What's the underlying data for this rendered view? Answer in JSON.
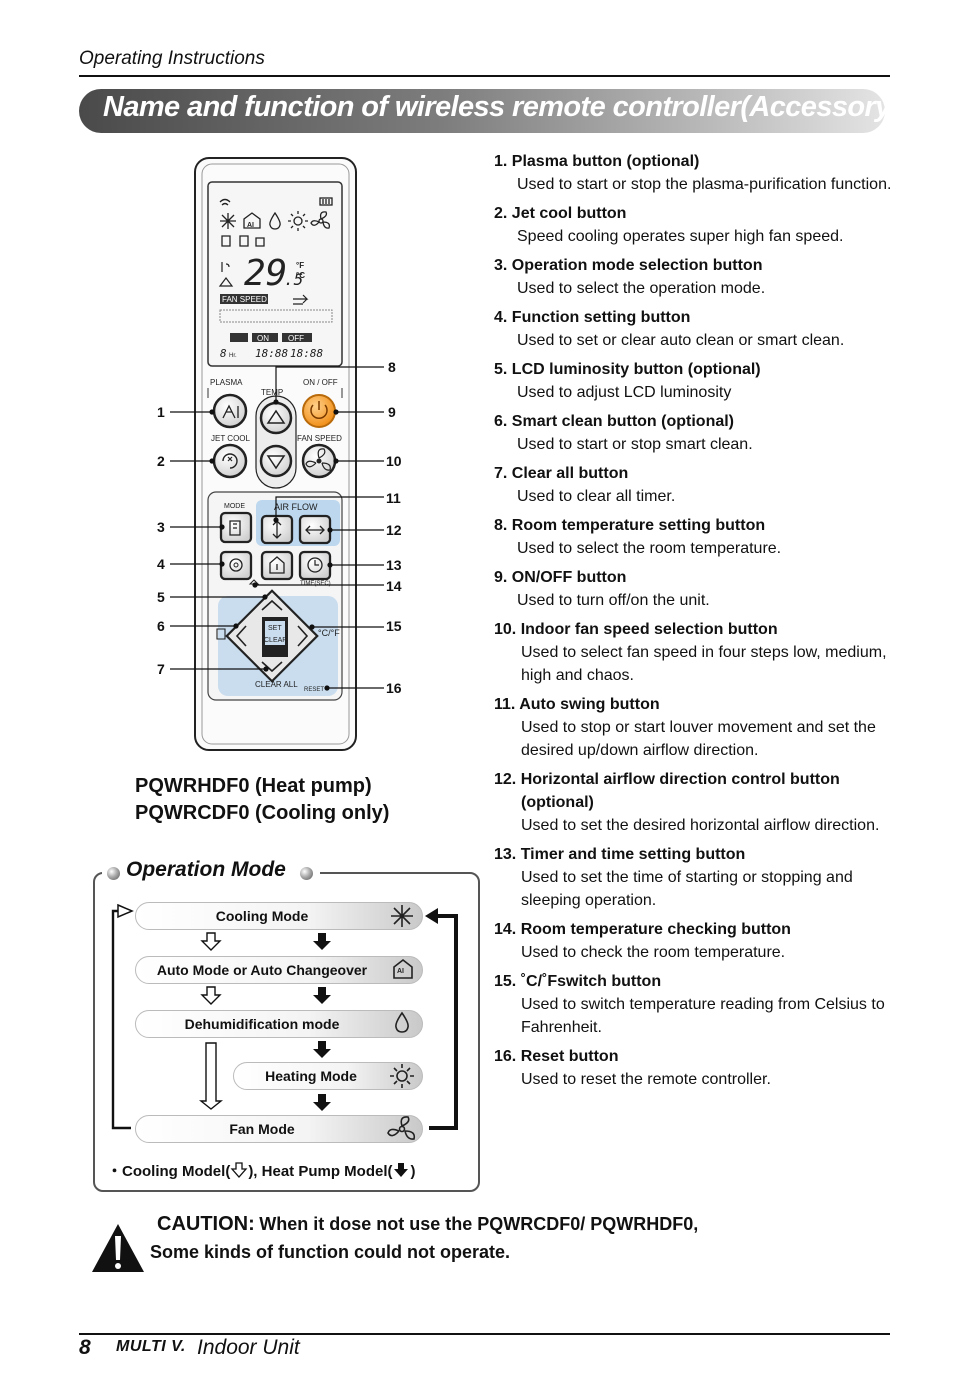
{
  "header": {
    "section": "Operating Instructions"
  },
  "title": "Name and function of wireless remote controller(Accessory)",
  "remote": {
    "display": {
      "temperature": "29",
      "decimal": ".5",
      "unit_f": "°F",
      "unit_c": "°C",
      "fan_speed": "FAN SPEED",
      "on": "ON",
      "off": "OFF",
      "timer_digits": "18:88",
      "hr": "Hr."
    },
    "labels": {
      "plasma": "PLASMA",
      "temp": "TEMP",
      "on_off": "ON / OFF",
      "jet_cool": "JET COOL",
      "fan_speed": "FAN SPEED",
      "mode": "MODE",
      "air_flow": "AIR FLOW",
      "time_sec": "TIME(SEC)",
      "set": "SET",
      "clear": "CLEAR",
      "clear_all": "CLEAR ALL",
      "reset": "RESET",
      "cf": "°C/°F"
    },
    "callouts": [
      "1",
      "2",
      "3",
      "4",
      "5",
      "6",
      "7",
      "8",
      "9",
      "10",
      "11",
      "12",
      "13",
      "14",
      "15",
      "16"
    ]
  },
  "models": {
    "heat_pump": "PQWRHDF0 (Heat pump)",
    "cooling_only": "PQWRCDF0 (Cooling only)"
  },
  "functions": [
    {
      "title": "1.  Plasma button (optional)",
      "desc": "Used to start or stop the plasma-purification function."
    },
    {
      "title": "2.  Jet cool button",
      "desc": "Speed cooling operates super high fan speed."
    },
    {
      "title": "3.  Operation mode selection button",
      "desc": "Used to select the operation mode."
    },
    {
      "title": "4.  Function setting button",
      "desc": "Used to set or clear auto clean or smart clean."
    },
    {
      "title": "5.  LCD luminosity button (optional)",
      "desc": "Used to adjust LCD luminosity"
    },
    {
      "title": "6.  Smart clean button (optional)",
      "desc": "Used to start or stop smart clean."
    },
    {
      "title": "7.  Clear all button",
      "desc": "Used to clear all timer."
    },
    {
      "title": "8.  Room temperature setting button",
      "desc": "Used to select the room temperature."
    },
    {
      "title": "9.  ON/OFF button",
      "desc": "Used to turn off/on the unit."
    },
    {
      "title": "10. Indoor fan speed selection button",
      "desc": "Used to select fan speed in four steps low, medium, high and chaos."
    },
    {
      "title": "11. Auto swing button",
      "desc": "Used to stop or start louver movement and set the desired up/down airflow direction."
    },
    {
      "title": "12. Horizontal airflow direction control button (optional)",
      "desc": "Used to set the desired horizontal airflow direction."
    },
    {
      "title": "13. Timer and time setting button",
      "desc": "Used to set the time of starting or stopping and sleeping operation."
    },
    {
      "title": "14. Room temperature checking button",
      "desc": "Used to check the room temperature."
    },
    {
      "title": "15. ˚C/˚Fswitch button",
      "desc": "Used to switch temperature reading from Celsius to Fahrenheit."
    },
    {
      "title": "16. Reset button",
      "desc": "Used to reset the remote controller."
    }
  ],
  "operation_mode": {
    "title": "Operation Mode",
    "modes": [
      "Cooling Mode",
      "Auto Mode or Auto Changeover",
      "Dehumidification mode",
      "Heating Mode",
      "Fan Mode"
    ],
    "icons": [
      "snowflake-icon",
      "ai-icon",
      "drop-icon",
      "sun-icon",
      "fan-icon"
    ],
    "legend": {
      "prefix": "・Cooling Model(",
      "middle": "), Heat Pump Model(",
      "suffix": ")"
    }
  },
  "caution": {
    "label": "CAUTION:",
    "message": "When it dose not use the PQWRCDF0/ PQWRHDF0,",
    "message2": "Some kinds of function could not operate."
  },
  "footer": {
    "page": "8",
    "brand": "MULTI V.",
    "unit": "Indoor Unit"
  },
  "colors": {
    "power_button": "#f39a1e",
    "airflow_panel": "#bcd7ee",
    "banner_dark": "#4a4a4a"
  }
}
